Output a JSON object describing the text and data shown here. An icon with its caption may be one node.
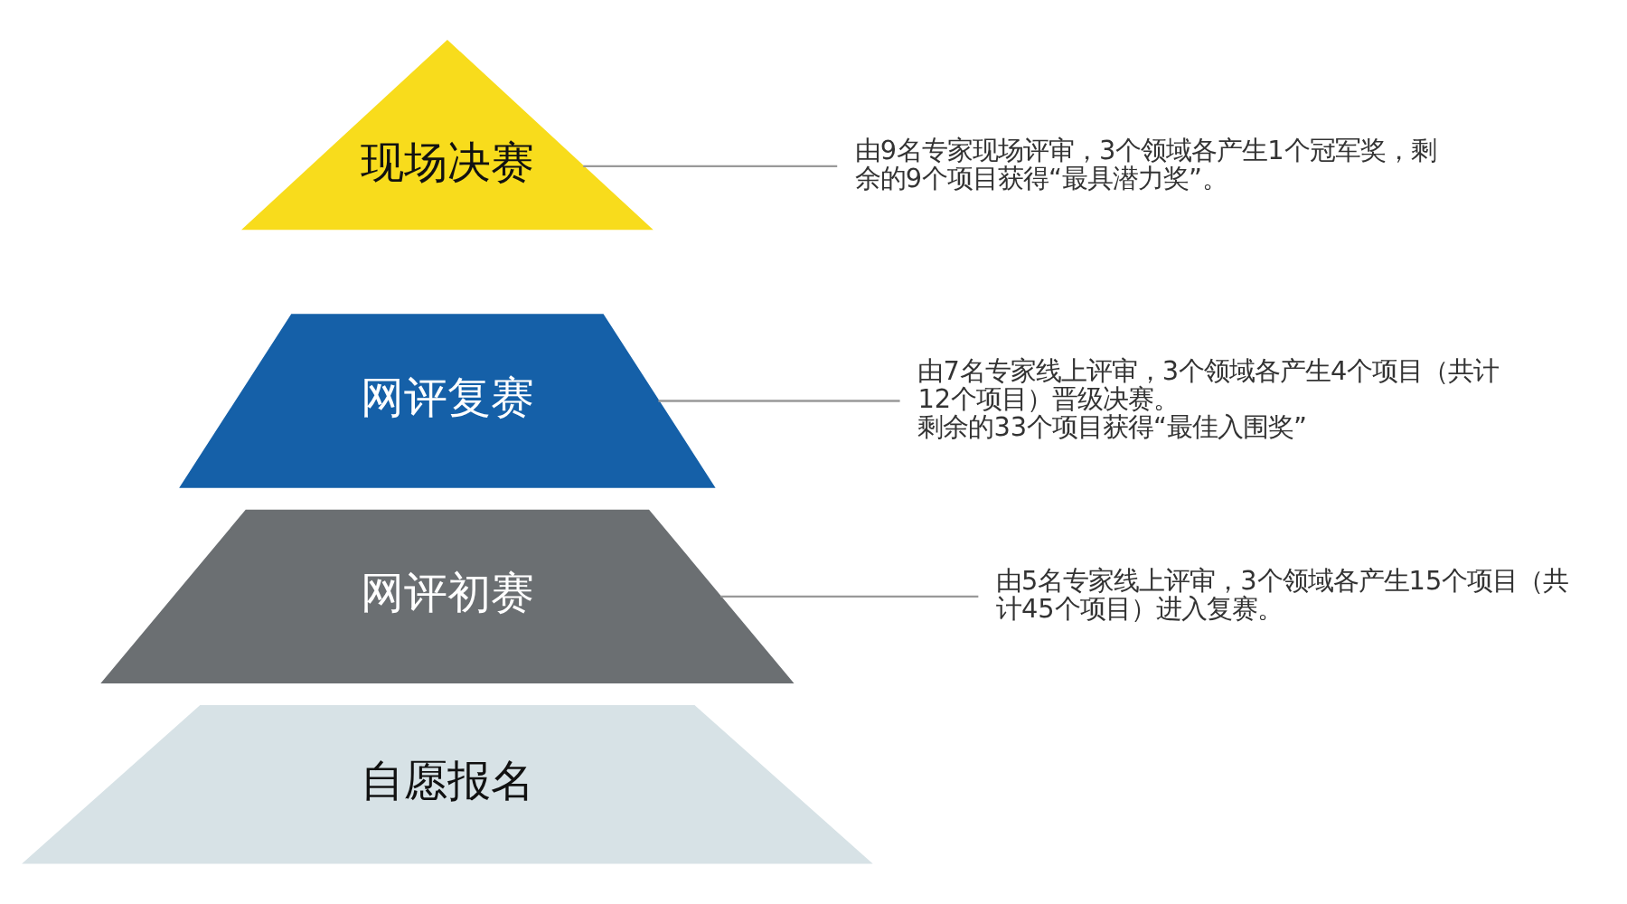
{
  "diagram": {
    "nodes": [
      {
        "text": [
          "现场决赛"
        ]
      },
      {
        "text": [
          "由9名专家现场评审，3个领域各产生1个冠军奖，剩余的9个项目获得“最具潜力奖”。"
        ]
      },
      {
        "text": [
          "网评复赛"
        ]
      },
      {
        "text": [
          "由7名专家线上评审，3个领域各产生4个项目（共计12个项目）晋级决赛。",
          "剩余的33个项目获得“最佳入围奖”"
        ]
      },
      {
        "text": [
          "网评初赛"
        ]
      },
      {
        "text": [
          "由5名专家线上评审，3个领域各产生15个项目（共计45个项目）进入复赛。"
        ]
      },
      {
        "text": [
          "自愿报名"
        ]
      }
    ],
    "edges": [
      {
        "from": 1,
        "to": 0,
        "arrow": "none"
      },
      {
        "from": 3,
        "to": 2,
        "arrow": "none"
      },
      {
        "from": 5,
        "to": 4,
        "arrow": "none"
      }
    ]
  }
}
